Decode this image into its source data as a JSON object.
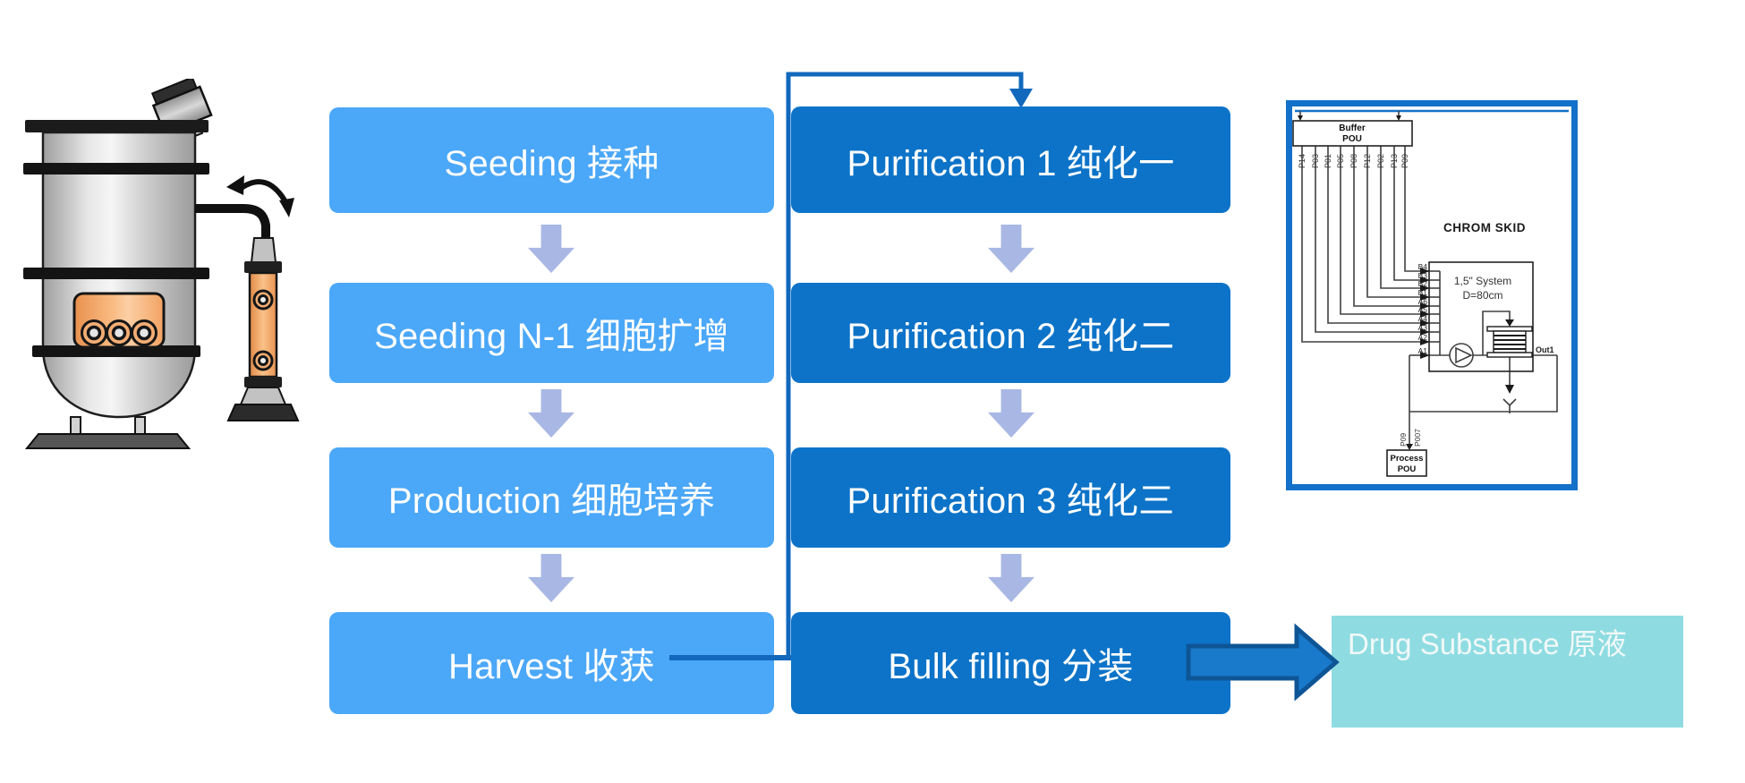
{
  "flow": {
    "upstream_steps": [
      "Seeding 接种",
      "Seeding N-1 细胞扩增",
      "Production 细胞培养",
      "Harvest 收获"
    ],
    "downstream_steps": [
      "Purification 1 纯化一",
      "Purification 2 纯化二",
      "Purification 3 纯化三",
      "Bulk filling 分装"
    ],
    "result_label": "Drug Substance 原液"
  },
  "chrom_skid": {
    "title": "CHROM SKID",
    "buffer_pou": {
      "line1": "Buffer",
      "line2": "POU"
    },
    "process_pou": {
      "line1": "Process",
      "line2": "POU"
    },
    "system": {
      "line1": "1,5\" System",
      "line2": "D=80cm"
    },
    "out_label": "Out1",
    "buffer_line_labels": [
      "P14",
      "P03",
      "P01",
      "P05",
      "P08",
      "P12",
      "P02",
      "P13",
      "P09"
    ],
    "inlet_labels": [
      "B4",
      "B3",
      "B2",
      "B1",
      "A6",
      "A5",
      "A4",
      "A3",
      "A2",
      "A1"
    ],
    "process_line_labels": [
      "P09",
      "P007"
    ]
  },
  "colors": {
    "light_step": "#4BA7F7",
    "dark_step": "#0C73C8",
    "flow_arrow": "#A9B7E4",
    "connector": "#1268BC",
    "result_box": "#8EDCE1",
    "result_text": "#F1F8F8",
    "big_arrow_fill": "#1979CB",
    "big_arrow_stroke": "#0E5596",
    "skid_border": "#1371C9"
  }
}
